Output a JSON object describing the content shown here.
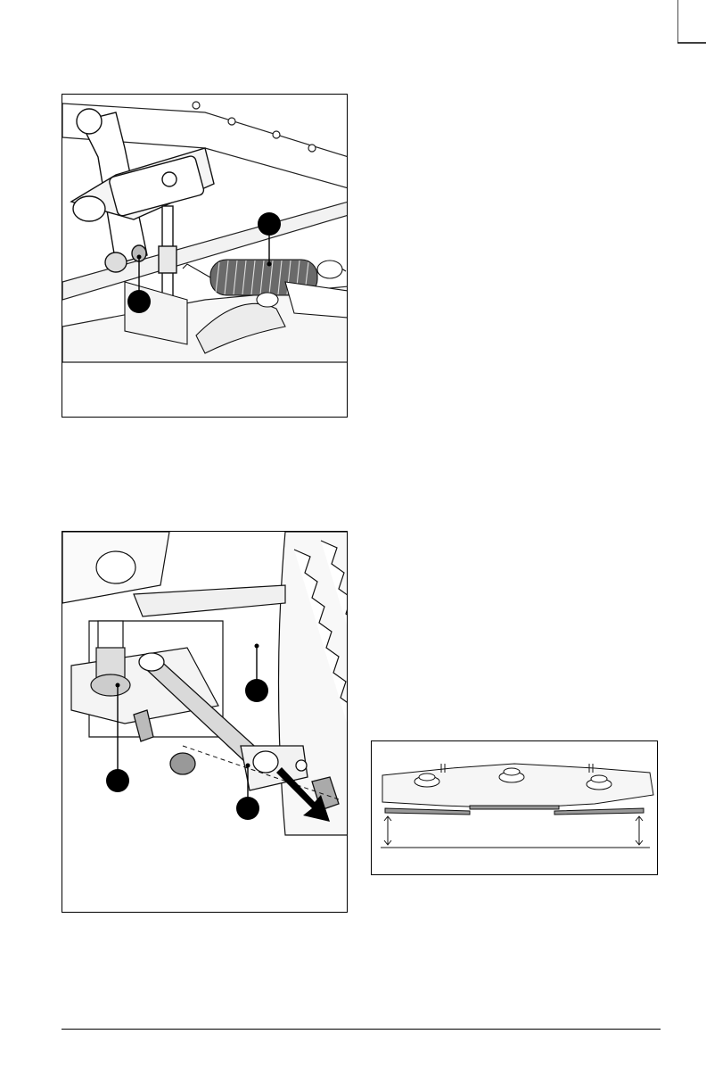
{
  "page": {
    "accent_color": "#000000",
    "figures": [
      {
        "name": "figure-lift-link-spring",
        "callouts": 2
      },
      {
        "name": "figure-deck-hanger-pin",
        "callouts": 3
      },
      {
        "name": "figure-blade-height-measure",
        "callouts": 0
      }
    ]
  },
  "icons": {
    "corner_mark": "corner-crop-mark-icon",
    "pull_arrow": "pull-direction-arrow-icon",
    "measure_arrow": "double-headed-measure-arrow-icon"
  }
}
